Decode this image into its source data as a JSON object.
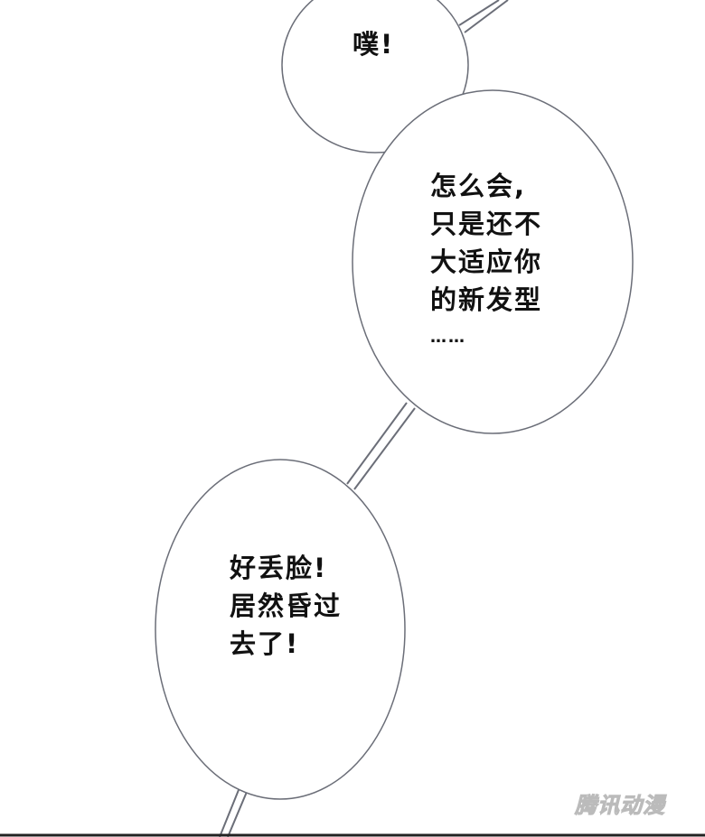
{
  "bubbles": [
    {
      "lines": [
        "噗!"
      ]
    },
    {
      "lines": [
        "怎么会,",
        "只是还不",
        "大适应你",
        "的新发型",
        "……"
      ]
    },
    {
      "lines": [
        "好丢脸!",
        "居然昏过",
        "去了!"
      ]
    }
  ],
  "watermark": "腾讯动漫",
  "colors": {
    "outline": "#6b6e78",
    "text": "#111111"
  }
}
